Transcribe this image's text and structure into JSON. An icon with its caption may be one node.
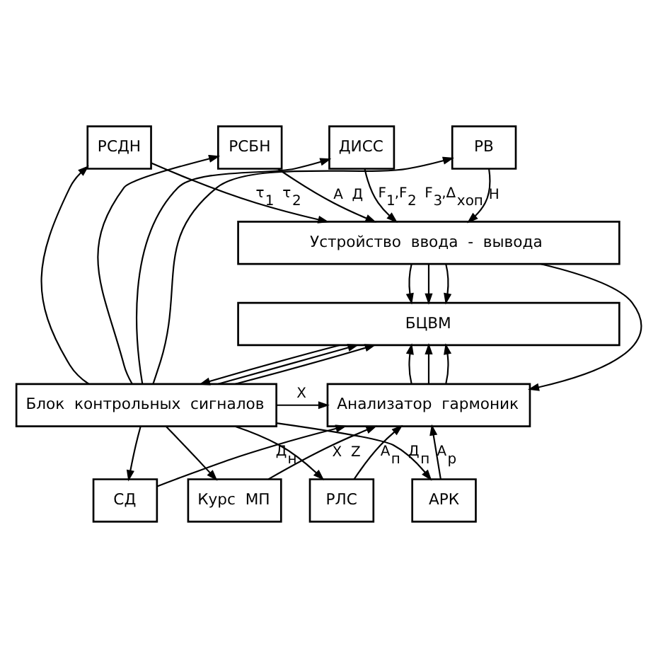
{
  "diagram": {
    "nodes": [
      {
        "text": [
          "РСДН"
        ]
      },
      {
        "text": [
          "РСБН"
        ]
      },
      {
        "text": [
          "ДИСС"
        ]
      },
      {
        "text": [
          "РВ"
        ]
      },
      {
        "text": [
          "Устройство ввода - вывода"
        ]
      },
      {
        "text": [
          "БЦВМ"
        ]
      },
      {
        "text": [
          "Блок контрольных сигналов"
        ]
      },
      {
        "text": [
          "Анализатор гармоник"
        ]
      },
      {
        "text": [
          "СД"
        ]
      },
      {
        "text": [
          "Курс МП"
        ]
      },
      {
        "text": [
          "РЛС"
        ]
      },
      {
        "text": [
          "АРК"
        ]
      }
    ],
    "edges": [
      {
        "from": 6,
        "to": 0,
        "arrow": "to"
      },
      {
        "from": 6,
        "to": 1,
        "arrow": "to"
      },
      {
        "from": 6,
        "to": 2,
        "arrow": "to"
      },
      {
        "from": 6,
        "to": 3,
        "arrow": "to"
      },
      {
        "from": 0,
        "to": 4,
        "arrow": "to",
        "label": "τ$_{1}$ τ$_{2}$"
      },
      {
        "from": 1,
        "to": 4,
        "arrow": "to",
        "label": "А Д"
      },
      {
        "from": 2,
        "to": 4,
        "arrow": "to",
        "label": "F$_{1}$,F$_{2}$ F$_{3}$,Δ$_{хоп}$"
      },
      {
        "from": 3,
        "to": 4,
        "arrow": "to",
        "label": "Н"
      },
      {
        "from": 4,
        "to": 5,
        "arrow": "to"
      },
      {
        "from": 4,
        "to": 5,
        "arrow": "to"
      },
      {
        "from": 4,
        "to": 5,
        "arrow": "to"
      },
      {
        "from": 4,
        "to": 7,
        "arrow": "to"
      },
      {
        "from": 6,
        "to": 5,
        "arrow": "to"
      },
      {
        "from": 5,
        "to": 6,
        "arrow": "to"
      },
      {
        "from": 6,
        "to": 5,
        "arrow": "to"
      },
      {
        "from": 7,
        "to": 5,
        "arrow": "to"
      },
      {
        "from": 7,
        "to": 5,
        "arrow": "to"
      },
      {
        "from": 7,
        "to": 5,
        "arrow": "to"
      },
      {
        "from": 6,
        "to": 7,
        "arrow": "to",
        "label": "X"
      },
      {
        "from": 6,
        "to": 8,
        "arrow": "to"
      },
      {
        "from": 6,
        "to": 9,
        "arrow": "to"
      },
      {
        "from": 6,
        "to": 10,
        "arrow": "to"
      },
      {
        "from": 6,
        "to": 11,
        "arrow": "to"
      },
      {
        "from": 8,
        "to": 7,
        "arrow": "to",
        "label": "Д$_{н}$"
      },
      {
        "from": 9,
        "to": 7,
        "arrow": "to",
        "label": "X Z"
      },
      {
        "from": 10,
        "to": 7,
        "arrow": "to",
        "label": "А$_{п}$ Д$_{п}$"
      },
      {
        "from": 11,
        "to": 7,
        "arrow": "to",
        "label": "А$_{р}$"
      }
    ]
  }
}
